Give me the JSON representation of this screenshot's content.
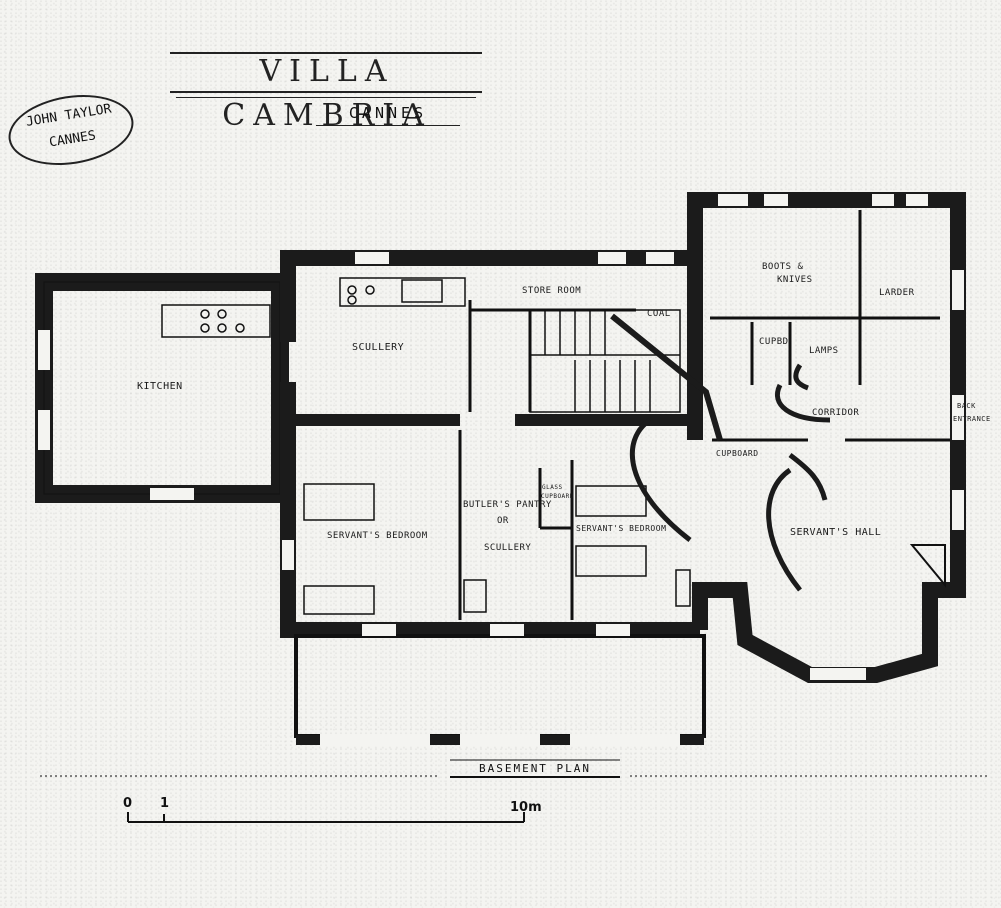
{
  "title": "VILLA CAMBRIA",
  "subtitle": "CANNES",
  "stamp": {
    "line1": "JOHN TAYLOR",
    "line2": "CANNES"
  },
  "plan_title": "BASEMENT PLAN",
  "rooms": {
    "kitchen": "KITCHEN",
    "scullery": "SCULLERY",
    "store_room": "STORE ROOM",
    "coal": "COAL",
    "boots_knives_1": "BOOTS &",
    "boots_knives_2": "KNIVES",
    "larder": "LARDER",
    "cupbd": "CUPBD",
    "lamps": "LAMPS",
    "corridor": "CORRIDOR",
    "back_entrance_1": "BACK",
    "back_entrance_2": "ENTRANCE",
    "cupboard": "CUPBOARD",
    "servants_hall": "SERVANT'S HALL",
    "servants_bedroom_left": "SERVANT'S BEDROOM",
    "butlers_pantry_1": "BUTLER'S PANTRY",
    "butlers_pantry_2": "OR",
    "butlers_pantry_3": "SCULLERY",
    "glass_cupboard_1": "GLASS",
    "glass_cupboard_2": "CUPBOARD",
    "servants_bedroom_right": "SERVANT'S BEDROOM"
  },
  "scale": {
    "zero": "0",
    "one": "1",
    "ten": "10m"
  }
}
